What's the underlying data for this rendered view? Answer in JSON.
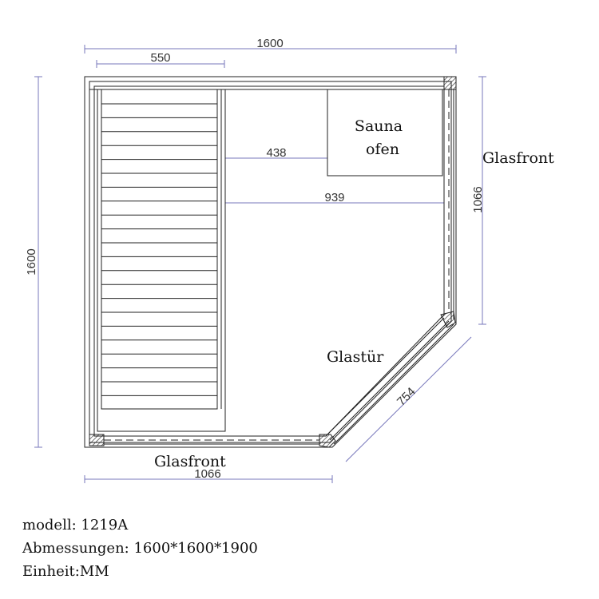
{
  "dimensions": {
    "top_total": "1600",
    "top_bench": "550",
    "left_total": "1600",
    "right_glass": "1066",
    "bottom_glass": "1066",
    "door_diag": "754",
    "oven_gap": "438",
    "room_width": "939"
  },
  "labels": {
    "oven_line1": "Sauna",
    "oven_line2": "ofen",
    "glasfront_right": "Glasfront",
    "glasfront_bottom": "Glasfront",
    "glastuer": "Glastür"
  },
  "specs": {
    "model": "modell: 1219A",
    "dimensions": "Abmessungen: 1600*1600*1900",
    "unit": "Einheit:MM"
  },
  "colors": {
    "outline": "#222222",
    "dimension_line": "#7777bb",
    "text": "#111111"
  }
}
